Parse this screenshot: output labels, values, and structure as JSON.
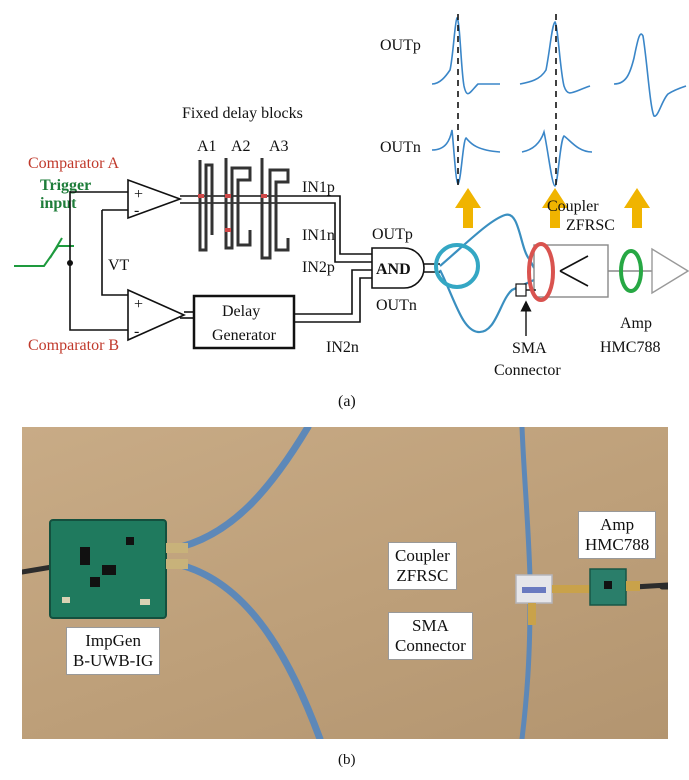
{
  "schematic": {
    "fixed_delay_title": "Fixed delay blocks",
    "blocks": [
      "A1",
      "A2",
      "A3"
    ],
    "comparator_a": "Comparator A",
    "comparator_b": "Comparator B",
    "trigger_line1": "Trigger",
    "trigger_line2": "input",
    "vt": "VT",
    "delay_line1": "Delay",
    "delay_line2": "Generator",
    "in1p": "IN1p",
    "in1n": "IN1n",
    "in2p": "IN2p",
    "in2n": "IN2n",
    "and_gate": "AND",
    "outp": "OUTp",
    "outn": "OUTn",
    "wave_outp": "OUTp",
    "wave_outn": "OUTn",
    "coupler_line1": "Coupler",
    "coupler_line2": "ZFRSC",
    "sma_line1": "SMA",
    "sma_line2": "Connector",
    "amp_line1": "Amp",
    "amp_line2": "HMC788",
    "plus": "+",
    "minus": "-",
    "caption": "(a)"
  },
  "photo": {
    "impgen_line1": "ImpGen",
    "impgen_line2": "B-UWB-IG",
    "coupler_line1": "Coupler",
    "coupler_line2": "ZFRSC",
    "sma_line1": "SMA",
    "sma_line2": "Connector",
    "amp_line1": "Amp",
    "amp_line2": "HMC788",
    "caption": "(b)"
  },
  "colors": {
    "cable": "#3a8fc0",
    "teal_ring": "#34a7c4",
    "red_ring": "#d9534f",
    "green_ring": "#27a844",
    "arrow": "#f0b400",
    "label_red": "#c0392b",
    "label_green": "#1e7d3a"
  }
}
